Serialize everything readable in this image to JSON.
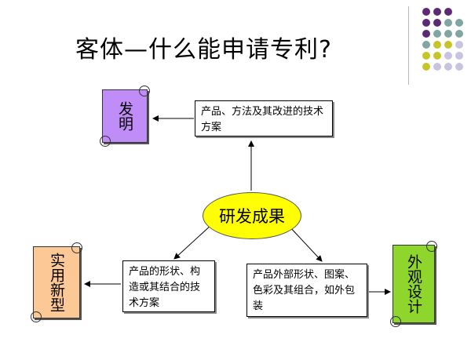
{
  "slide": {
    "title": "客体—什么能申请专利?"
  },
  "diagram": {
    "center": "研发成果",
    "boxes": {
      "top": "产品、方法及其改进的技术方案",
      "left": "产品的形状、构造或其结合的技术方案",
      "right": "产品外部形状、图案、色彩及其组合，如外包装"
    },
    "scrolls": {
      "invention": "发明",
      "utility": "实用新型",
      "design": "外观设计"
    }
  },
  "colors": {
    "invention_scroll": "#c08cf8",
    "utility_scroll": "#fcc896",
    "design_scroll": "#8ed62b",
    "center_fill": "#ffff00",
    "dot_purple": "#5c2a72",
    "dot_teal": "#7fa6a3",
    "dot_olive": "#c5c52a",
    "dot_lavender": "#c9c3e0"
  }
}
